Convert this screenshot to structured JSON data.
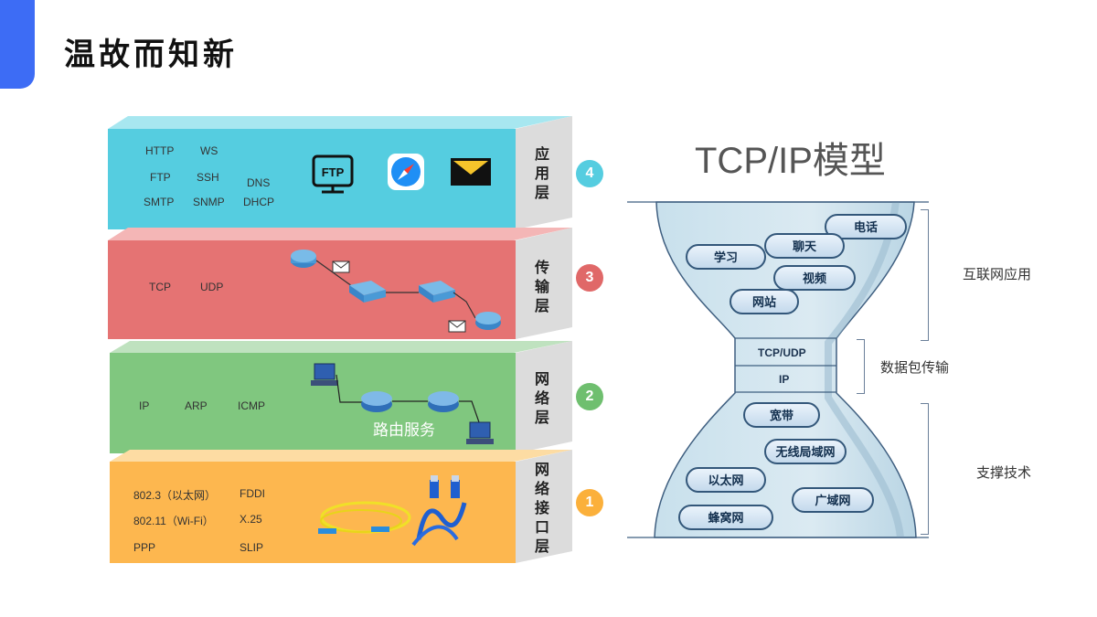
{
  "page": {
    "title": "温故而知新"
  },
  "layers": [
    {
      "id": "application",
      "number": "4",
      "name": "应用层",
      "color": "#55cde0",
      "circle_color": "#55cde0",
      "protocols": [
        "HTTP",
        "WS",
        "FTP",
        "SSH",
        "DNS",
        "SMTP",
        "SNMP",
        "DHCP"
      ],
      "icons": [
        "ftp-monitor-icon",
        "safari-compass-icon",
        "envelope-icon"
      ],
      "icon_text": {
        "ftp": "FTP"
      }
    },
    {
      "id": "transport",
      "number": "3",
      "name": "传输层",
      "color": "#e57373",
      "circle_color": "#e06868",
      "protocols": [
        "TCP",
        "UDP"
      ],
      "icons": [
        "router-icon",
        "switch-icon",
        "envelope-icon"
      ]
    },
    {
      "id": "network",
      "number": "2",
      "name": "网络层",
      "color": "#80c77f",
      "circle_color": "#6fbf6f",
      "protocols": [
        "IP",
        "ARP",
        "ICMP"
      ],
      "icons": [
        "computer-icon",
        "router-icon"
      ],
      "caption": "路由服务"
    },
    {
      "id": "link",
      "number": "1",
      "name": "网络接口层",
      "color": "#fdb74f",
      "circle_color": "#fbb03b",
      "protocols": [
        "802.3（以太网）",
        "FDDI",
        "802.11（Wi-Fi）",
        "X.25",
        "PPP",
        "SLIP"
      ],
      "icons": [
        "fiber-cable-icon",
        "ethernet-cable-icon"
      ]
    }
  ],
  "model": {
    "title": "TCP/IP模型",
    "top_items": [
      "电话",
      "学习",
      "聊天",
      "视频",
      "网站"
    ],
    "middle_items": [
      "TCP/UDP",
      "IP"
    ],
    "bottom_items": [
      "宽带",
      "无线局域网",
      "以太网",
      "广域网",
      "蜂窝网"
    ],
    "groups": {
      "top": "互联网应用",
      "middle": "数据包传输",
      "bottom": "支撑技术"
    }
  }
}
